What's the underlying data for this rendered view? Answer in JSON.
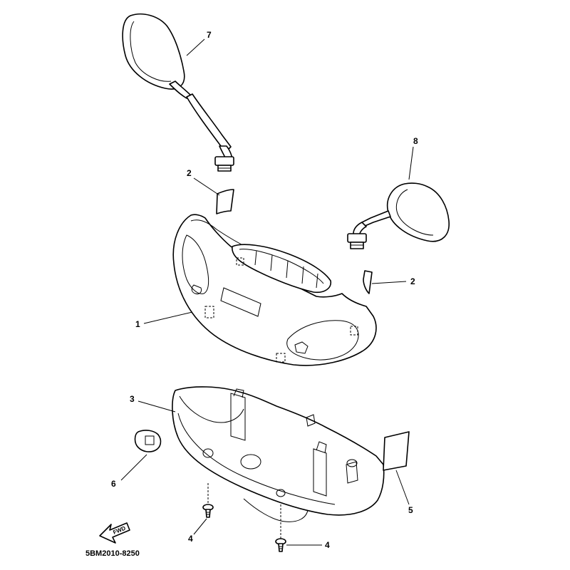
{
  "diagram": {
    "part_code": "5BM2010-8250",
    "fwd_label": "FWD",
    "callouts": {
      "c1": "1",
      "c2a": "2",
      "c2b": "2",
      "c3": "3",
      "c4a": "4",
      "c4b": "4",
      "c5": "5",
      "c6": "6",
      "c7": "7",
      "c8": "8"
    }
  }
}
